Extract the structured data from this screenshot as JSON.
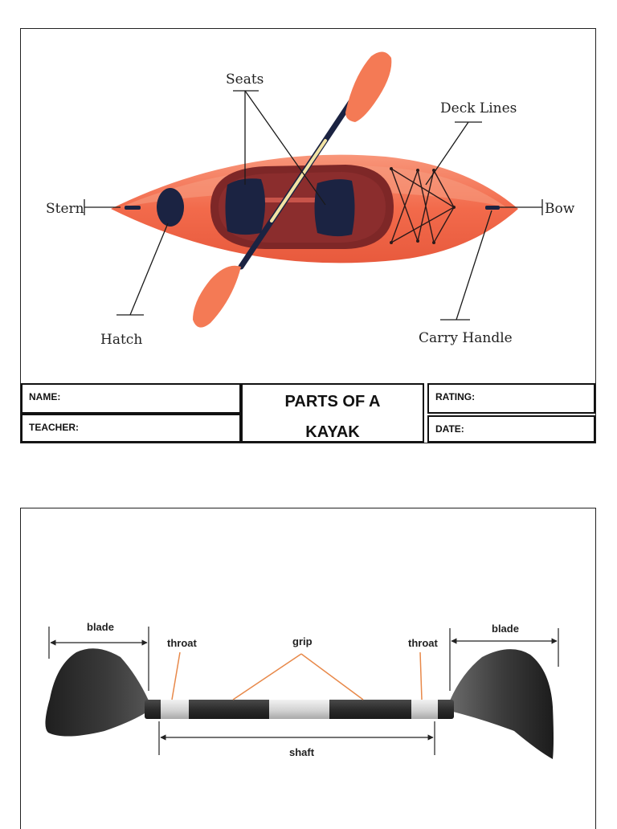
{
  "kayak_diagram": {
    "labels": {
      "seats": "Seats",
      "deck_lines": "Deck Lines",
      "stern": "Stern",
      "bow": "Bow",
      "hatch": "Hatch",
      "carry_handle": "Carry Handle"
    },
    "colors": {
      "hull": "#f26a4b",
      "cockpit": "#7e2727",
      "seat": "#1b2342",
      "paddle_blade": "#f47a55"
    }
  },
  "worksheet_form": {
    "name_label": "NAME:",
    "teacher_label": "TEACHER:",
    "title_line1": "PARTS OF A",
    "title_line2": "KAYAK",
    "rating_label": "RATING:",
    "date_label": "DATE:"
  },
  "paddle_diagram": {
    "labels": {
      "blade_left": "blade",
      "blade_right": "blade",
      "throat_left": "throat",
      "throat_right": "throat",
      "grip": "grip",
      "shaft": "shaft"
    },
    "colors": {
      "leader_line": "#e8894a",
      "blade": "#2a2a2a",
      "grip_band": "#d9d9d9"
    }
  }
}
